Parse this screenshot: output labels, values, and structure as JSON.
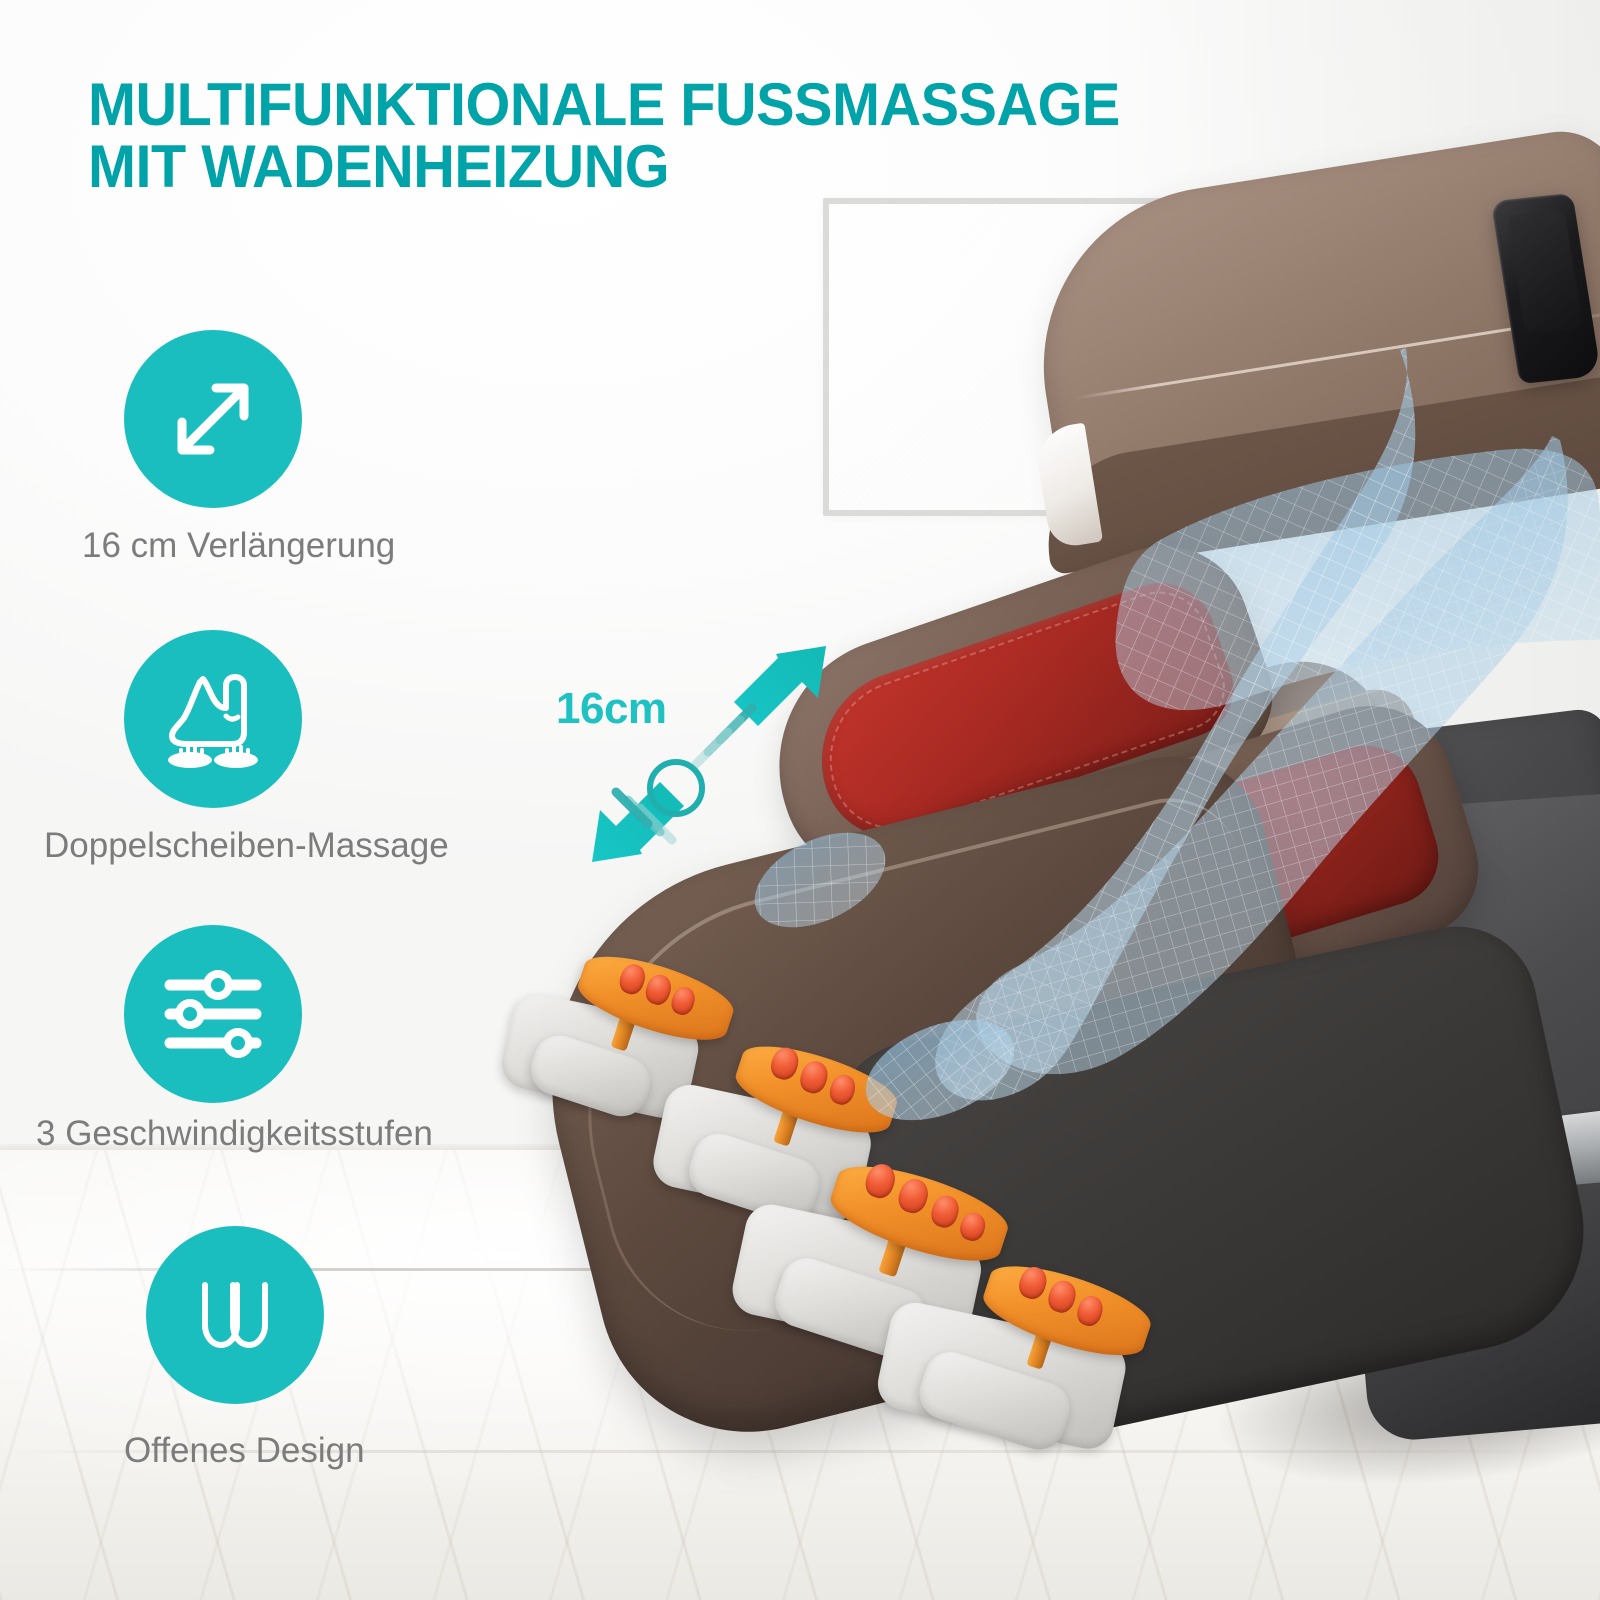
{
  "headline": {
    "text": "MULTIFUNKTIONALE FUSSMASSAGE\nMIT WADENHEIZUNG",
    "color": "#00A3A8"
  },
  "theme": {
    "accent_teal": "#00A3A8",
    "badge_teal": "#1BBEBE",
    "annotation_teal": "#1FC2C2",
    "label_gray": "#7C7C7C",
    "leather_taupe": "#9E8677",
    "leather_brown": "#5E4A3F",
    "calf_red": "#A82A23",
    "housing_charcoal": "#474749",
    "roller_orange": "#F2912A",
    "roller_nub_red": "#EF5A33",
    "wireframe_blue": "#96C1DE",
    "background": "#FFFFFF"
  },
  "features": [
    {
      "icon": "expand-diagonal-arrows-icon",
      "label": "16 cm Verlängerung"
    },
    {
      "icon": "foot-on-massage-discs-icon",
      "label": "Doppelscheiben-Massage"
    },
    {
      "icon": "sliders-settings-icon",
      "label": "3 Geschwindigkeitsstufen"
    },
    {
      "icon": "open-foot-wells-icon",
      "label": "Offenes Design"
    }
  ],
  "annotation": {
    "measurement": "16cm",
    "icon": "double-diagonal-arrow-icon"
  },
  "product": {
    "name": "massage-chair-footrest",
    "parts": [
      "seat-cushion",
      "control-remote",
      "calf-rest-red-panel",
      "footrest-shell",
      "massage-roller-discs",
      "charcoal-base-housing",
      "chrome-accent-band"
    ],
    "overlay": "blue-wireframe-legs"
  },
  "scene": {
    "wall_frame": "framed-wall-art",
    "floor": "whitewashed-herringbone-wood"
  }
}
